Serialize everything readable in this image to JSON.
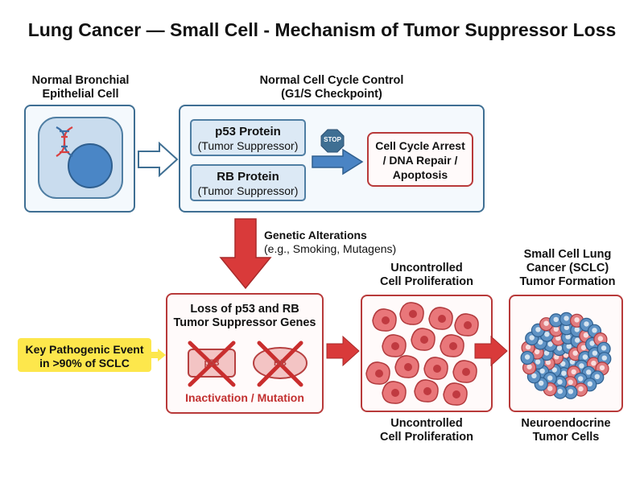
{
  "title": "Lung Cancer — Small Cell - Mechanism of Tumor Suppressor Loss",
  "normal_cell": {
    "heading": [
      "Normal Bronchial",
      "Epithelial Cell"
    ]
  },
  "checkpoint": {
    "heading": [
      "Normal Cell Cycle Control",
      "(G1/S Checkpoint)"
    ],
    "p53": {
      "name": "p53 Protein",
      "role": "(Tumor Suppressor)"
    },
    "rb": {
      "name": "RB Protein",
      "role": "(Tumor Suppressor)"
    },
    "stop_sign": "STOP",
    "outcome": [
      "Cell Cycle Arrest",
      "/ DNA Repair /",
      "Apoptosis"
    ]
  },
  "alteration": {
    "title": "Genetic Alterations",
    "subtitle": "(e.g., Smoking, Mutagens)"
  },
  "loss": {
    "heading": [
      "Loss of p53 and RB",
      "Tumor Suppressor Genes"
    ],
    "genes": [
      "p53",
      "RB"
    ],
    "footer": "Inactivation / Mutation"
  },
  "key_event": [
    "Key Pathogenic Event",
    "in >90% of SCLC"
  ],
  "proliferation": {
    "heading": [
      "Uncontrolled",
      "Cell Proliferation"
    ],
    "caption": [
      "Uncontrolled",
      "Cell Proliferation"
    ]
  },
  "tumor": {
    "heading": [
      "Small Cell Lung",
      "Cancer (SCLC)",
      "Tumor Formation"
    ],
    "caption": [
      "Neuroendocrine",
      "Tumor Cells"
    ]
  },
  "colors": {
    "blue_border": "#3f6f93",
    "red_border": "#b83a3a",
    "arrow_red": "#d93a3a",
    "arrow_blue": "#4a84c4",
    "highlight": "#fde74c"
  }
}
